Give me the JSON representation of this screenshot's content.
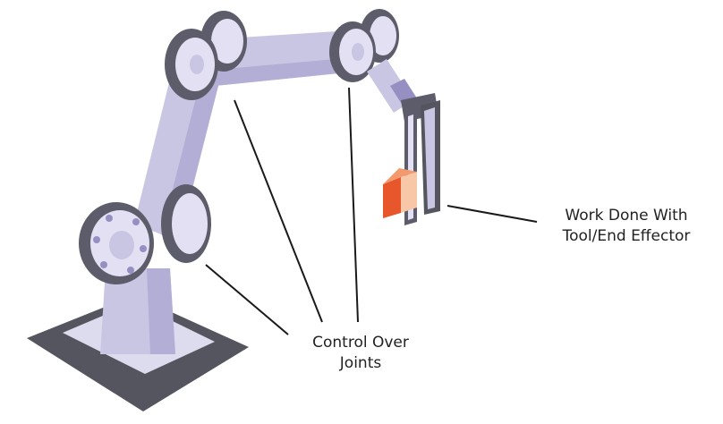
{
  "labels": {
    "joints": {
      "line1": "Control Over",
      "line2": "Joints"
    },
    "tool": {
      "line1": "Work Done With",
      "line2": "Tool/End Effector"
    }
  },
  "colors": {
    "arm_light": "#c9c6e3",
    "arm_mid": "#b3aed6",
    "arm_dark": "#9690c2",
    "flange_dark": "#5c5c6a",
    "flange_face": "#e2e0f2",
    "base_dark": "#55555f",
    "base_light": "#dddbee",
    "tool_orange": "#e8572c",
    "tool_peach": "#f7c7a8",
    "leader_line": "#1a1a1a"
  }
}
